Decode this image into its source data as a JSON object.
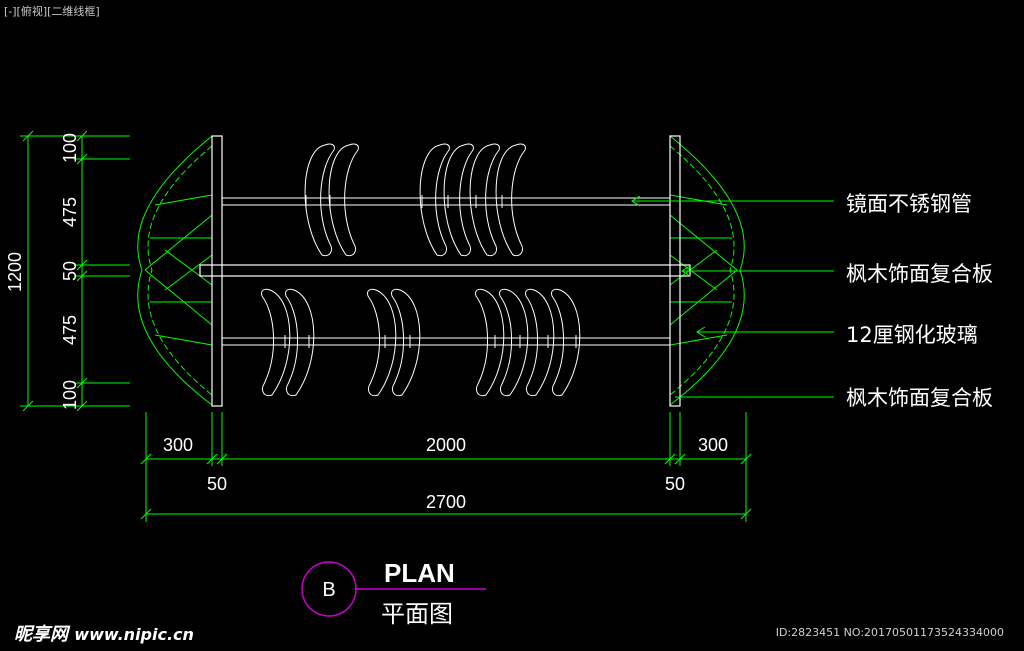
{
  "viewport_label": "[-][俯视][二维线框]",
  "callouts": [
    "镜面不锈钢管",
    "枫木饰面复合板",
    "12厘钢化玻璃",
    "枫木饰面复合板"
  ],
  "dims_left": {
    "total": "1200",
    "segments": [
      "100",
      "475",
      "50",
      "475",
      "100"
    ]
  },
  "dims_bottom": {
    "left_end": "300",
    "middle": "2000",
    "right_end": "300",
    "left_panel": "50",
    "right_panel": "50",
    "overall": "2700"
  },
  "title_block": {
    "symbol": "B",
    "title_en": "PLAN",
    "title_cn": "平面图"
  },
  "watermark": {
    "brand": "昵享网",
    "url": "www.nipic.cn"
  },
  "image_meta": "ID:2823451 NO:20170501173524334000",
  "colors": {
    "background": "#000000",
    "dimension": "#00ff00",
    "linework": "#ffffff",
    "symbol_circle": "#cc00cc"
  }
}
